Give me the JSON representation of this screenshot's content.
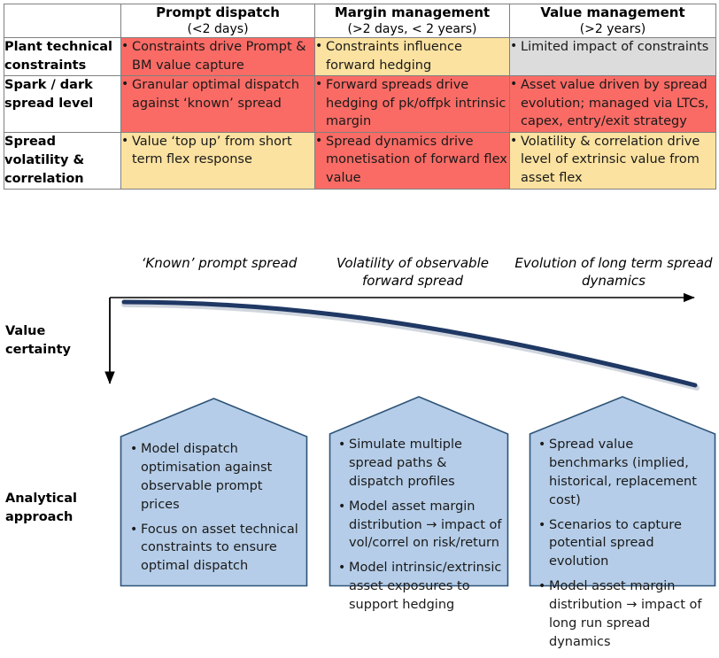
{
  "matrix": {
    "corner_label": "",
    "columns": [
      {
        "title": "Prompt dispatch",
        "subtitle": "(<2 days)"
      },
      {
        "title": "Margin management",
        "subtitle": "(>2 days, < 2 years)"
      },
      {
        "title": "Value management",
        "subtitle": "(>2 years)"
      }
    ],
    "rows": [
      {
        "label": "Plant technical constraints",
        "cells": [
          {
            "fill": "red",
            "bullets": [
              "Constraints drive Prompt & BM value capture"
            ]
          },
          {
            "fill": "yellow",
            "bullets": [
              "Constraints influence forward hedging"
            ]
          },
          {
            "fill": "grey",
            "bullets": [
              "Limited impact of constraints"
            ]
          }
        ]
      },
      {
        "label": "Spark / dark spread level",
        "cells": [
          {
            "fill": "red",
            "bullets": [
              "Granular optimal dispatch against ‘known’ spread"
            ]
          },
          {
            "fill": "red",
            "bullets": [
              "Forward spreads drive hedging of  pk/offpk intrinsic margin"
            ]
          },
          {
            "fill": "red",
            "bullets": [
              "Asset value driven by spread evolution; managed via LTCs, capex, entry/exit strategy"
            ]
          }
        ]
      },
      {
        "label": "Spread volatility & correlation",
        "cells": [
          {
            "fill": "yellow",
            "bullets": [
              "Value ‘top up’ from short term flex response"
            ]
          },
          {
            "fill": "red",
            "bullets": [
              "Spread dynamics drive monetisation of forward flex value"
            ]
          },
          {
            "fill": "yellow",
            "bullets": [
              "Volatility  & correlation drive level of extrinsic value from asset flex"
            ]
          }
        ]
      }
    ]
  },
  "band": {
    "captions": [
      "‘Known’ prompt spread",
      "Volatility of observable forward spread",
      "Evolution of long term spread dynamics"
    ],
    "y_axis_label": "Value certainty",
    "curve_color": "#1F3864",
    "axis_color": "#000000"
  },
  "analytical": {
    "label": "Analytical approach",
    "fill_color": "#B5CDE8",
    "stroke_color": "#2E5478",
    "panels": [
      {
        "bullets": [
          "Model dispatch optimisation against observable prompt prices",
          "Focus on asset technical constraints to ensure optimal dispatch"
        ]
      },
      {
        "bullets": [
          "Simulate multiple spread paths & dispatch profiles",
          "Model asset margin distribution  → impact of vol/correl on risk/return",
          "Model intrinsic/extrinsic asset exposures to support hedging"
        ]
      },
      {
        "bullets": [
          "Spread value benchmarks (implied, historical, replacement cost)",
          "Scenarios to capture potential spread evolution",
          "Model asset margin distribution → impact of long run spread dynamics"
        ]
      }
    ]
  },
  "colors": {
    "red": "#FA6B65",
    "yellow": "#FBE2A0",
    "grey": "#DCDCDC",
    "blue": "#B5CDE8",
    "navy": "#1F3864",
    "border": "#808080"
  }
}
